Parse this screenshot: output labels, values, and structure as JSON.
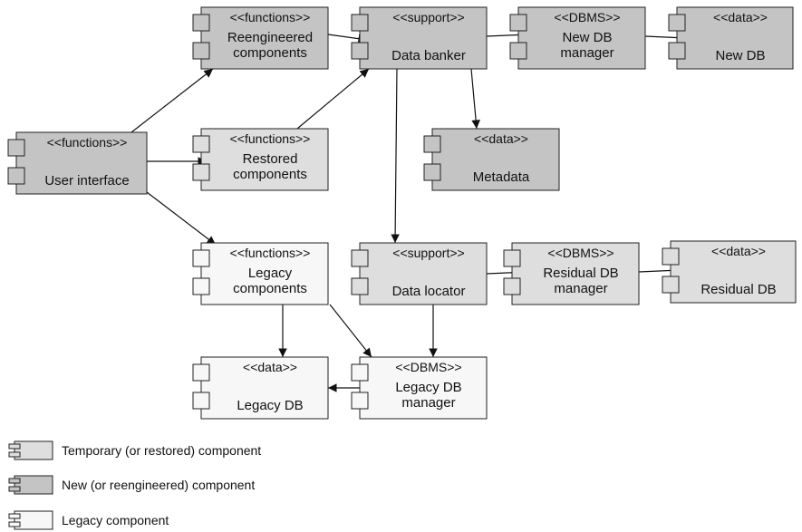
{
  "colors": {
    "temporary": "#dedede",
    "new": "#c4c4c4",
    "legacy": "#f7f7f7"
  },
  "components": [
    {
      "id": "reengineered",
      "kind": "new",
      "stereotype": "<<functions>>",
      "lines": [
        "Reengineered",
        "components"
      ]
    },
    {
      "id": "data-banker",
      "kind": "new",
      "stereotype": "<<support>>",
      "lines": [
        "Data banker"
      ]
    },
    {
      "id": "new-db-manager",
      "kind": "new",
      "stereotype": "<<DBMS>>",
      "lines": [
        "New DB",
        "manager"
      ]
    },
    {
      "id": "new-db",
      "kind": "new",
      "stereotype": "<<data>>",
      "lines": [
        "New DB"
      ]
    },
    {
      "id": "user-interface",
      "kind": "new",
      "stereotype": "<<functions>>",
      "lines": [
        "User interface"
      ]
    },
    {
      "id": "restored",
      "kind": "temporary",
      "stereotype": "<<functions>>",
      "lines": [
        "Restored",
        "components"
      ]
    },
    {
      "id": "metadata",
      "kind": "new",
      "stereotype": "<<data>>",
      "lines": [
        "Metadata"
      ]
    },
    {
      "id": "legacy-components",
      "kind": "legacy",
      "stereotype": "<<functions>>",
      "lines": [
        "Legacy",
        "components"
      ]
    },
    {
      "id": "data-locator",
      "kind": "temporary",
      "stereotype": "<<support>>",
      "lines": [
        "Data locator"
      ]
    },
    {
      "id": "residual-db-manager",
      "kind": "temporary",
      "stereotype": "<<DBMS>>",
      "lines": [
        "Residual DB",
        "manager"
      ]
    },
    {
      "id": "residual-db",
      "kind": "temporary",
      "stereotype": "<<data>>",
      "lines": [
        "Residual DB"
      ]
    },
    {
      "id": "legacy-db",
      "kind": "legacy",
      "stereotype": "<<data>>",
      "lines": [
        "Legacy DB"
      ]
    },
    {
      "id": "legacy-db-manager",
      "kind": "legacy",
      "stereotype": "<<DBMS>>",
      "lines": [
        "Legacy DB",
        "manager"
      ]
    }
  ],
  "edges": [
    {
      "from": "user-interface",
      "to": "reengineered"
    },
    {
      "from": "user-interface",
      "to": "restored"
    },
    {
      "from": "user-interface",
      "to": "legacy-components"
    },
    {
      "from": "reengineered",
      "to": "data-banker"
    },
    {
      "from": "restored",
      "to": "data-banker"
    },
    {
      "from": "data-banker",
      "to": "new-db-manager"
    },
    {
      "from": "new-db-manager",
      "to": "new-db"
    },
    {
      "from": "data-banker",
      "to": "metadata"
    },
    {
      "from": "data-banker",
      "to": "data-locator"
    },
    {
      "from": "data-locator",
      "to": "residual-db-manager"
    },
    {
      "from": "residual-db-manager",
      "to": "residual-db"
    },
    {
      "from": "data-locator",
      "to": "legacy-db-manager"
    },
    {
      "from": "legacy-components",
      "to": "legacy-db"
    },
    {
      "from": "legacy-components",
      "to": "legacy-db-manager"
    },
    {
      "from": "legacy-db-manager",
      "to": "legacy-db"
    }
  ],
  "legend": [
    {
      "kind": "temporary",
      "label": "Temporary (or restored) component"
    },
    {
      "kind": "new",
      "label": "New (or reengineered) component"
    },
    {
      "kind": "legacy",
      "label": "Legacy component"
    }
  ]
}
